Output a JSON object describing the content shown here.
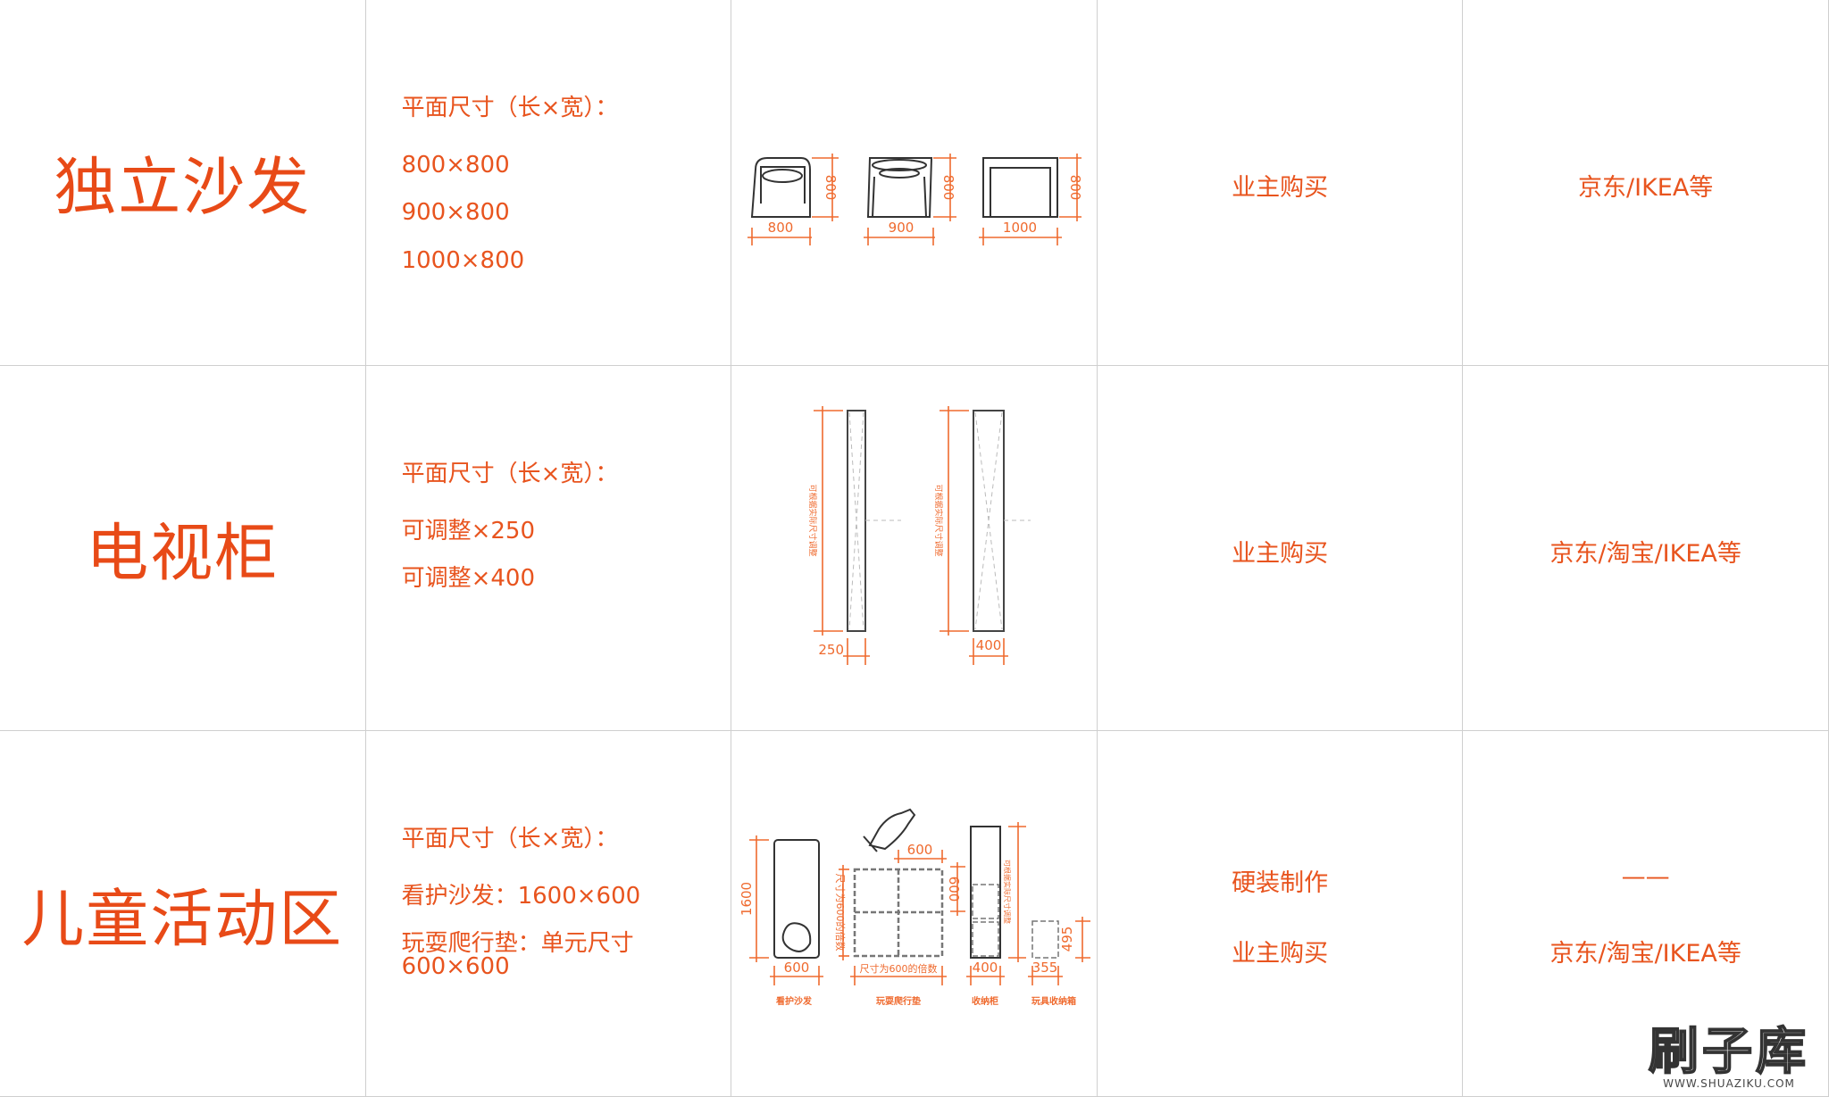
{
  "accent_color": "#e8541e",
  "rows": [
    {
      "name": "独立沙发",
      "spec_heading": "平面尺寸（长×宽）：",
      "specs": [
        "800×800",
        "900×800",
        "1000×800"
      ],
      "drawing": {
        "widths": [
          "800",
          "900",
          "1000"
        ],
        "depth": "800"
      },
      "supply": [
        "业主购买"
      ],
      "channel": [
        "京东/IKEA等"
      ]
    },
    {
      "name": "电视柜",
      "spec_heading": "平面尺寸（长×宽）：",
      "specs": [
        "可调整×250",
        "可调整×400"
      ],
      "drawing": {
        "depths": [
          "250",
          "400"
        ],
        "length_note": "可根据实际尺寸调整"
      },
      "supply": [
        "业主购买"
      ],
      "channel": [
        "京东/淘宝/IKEA等"
      ]
    },
    {
      "name": "儿童活动区",
      "spec_heading": "平面尺寸（长×宽）：",
      "specs": [
        "看护沙发：1600×600",
        "玩耍爬行垫：单元尺寸600×600"
      ],
      "drawing": {
        "sofa_len": "1600",
        "sofa_w": "600",
        "mat_unit": "600",
        "mat_note": "尺寸为600的倍数",
        "cab_w": "400",
        "cab_note": "可根据实际尺寸调整",
        "box_w": "355",
        "box_d": "495",
        "labels": [
          "看护沙发",
          "玩耍爬行垫",
          "收纳柜",
          "玩具收纳箱"
        ]
      },
      "supply": [
        "硬装制作",
        "业主购买"
      ],
      "channel": [
        "——",
        "京东/淘宝/IKEA等"
      ]
    }
  ],
  "watermark": {
    "logo": "刷子库",
    "url": "WWW.SHUAZIKU.COM"
  }
}
